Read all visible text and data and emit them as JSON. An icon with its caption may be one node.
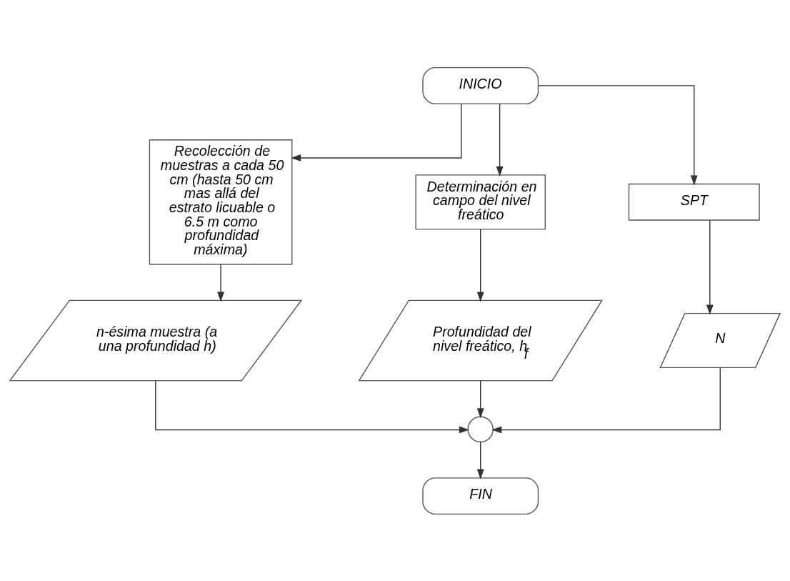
{
  "diagram": {
    "nodes": [
      {
        "text": [
          "INICIO"
        ]
      },
      {
        "text": [
          "Recolección de muestras a cada 50 cm (hasta 50 cm mas allá del estrato licuable o 6.5 m como profundidad máxima)"
        ]
      },
      {
        "text": [
          "Determinación en campo del nivel freático"
        ]
      },
      {
        "text": [
          "SPT"
        ]
      },
      {
        "text": [
          "n-ésima muestra (a una profundidad h)"
        ]
      },
      {
        "text": [
          "Profundidad del nivel freático, h$_{f}$"
        ]
      },
      {
        "text": [
          "N"
        ]
      },
      {
        "text": [],
        "shape": "circle"
      },
      {
        "text": [
          "FIN"
        ]
      }
    ],
    "edges": [
      {
        "from": 0,
        "to": 1,
        "arrow": "to"
      },
      {
        "from": 0,
        "to": 2,
        "arrow": "to"
      },
      {
        "from": 0,
        "to": 3,
        "arrow": "to"
      },
      {
        "from": 1,
        "to": 4,
        "arrow": "to"
      },
      {
        "from": 2,
        "to": 5,
        "arrow": "to"
      },
      {
        "from": 3,
        "to": 6,
        "arrow": "to"
      },
      {
        "from": 4,
        "to": 7,
        "arrow": "to"
      },
      {
        "from": 5,
        "to": 7,
        "arrow": "to"
      },
      {
        "from": 6,
        "to": 7,
        "arrow": "to"
      },
      {
        "from": 7,
        "to": 8,
        "arrow": "to"
      }
    ]
  }
}
